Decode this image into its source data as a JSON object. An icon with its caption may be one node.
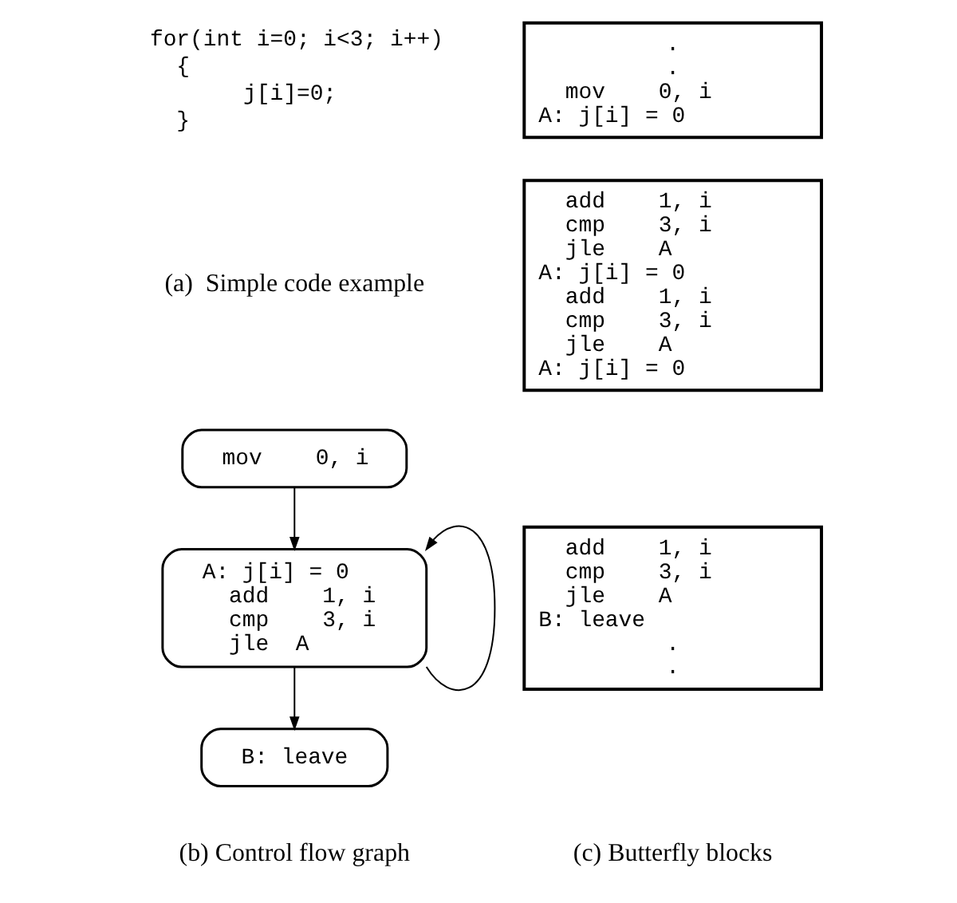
{
  "diagram": {
    "nodes": [
      {
        "text": [
          "mov    0, i"
        ]
      },
      {
        "text": [
          "A: j[i] = 0",
          "   add    1, i",
          "   cmp    3, i",
          "   jle  A"
        ]
      },
      {
        "text": [
          "B: leave"
        ]
      },
      {
        "text": [
          ".",
          ".",
          "   mov    0, i",
          "A: j[i] = 0"
        ]
      },
      {
        "text": [
          "   add    1, i",
          "   cmp    3, i",
          "   jle    A",
          "A: j[i] = 0",
          "   add    1, i",
          "   cmp    3, i",
          "   jle    A",
          "A: j[i] = 0"
        ]
      },
      {
        "text": [
          "   add    1, i",
          "   cmp    3, i",
          "   jle    A",
          "B: leave",
          ".",
          "."
        ]
      }
    ],
    "edges": [
      {
        "from": 0,
        "to": 1,
        "arrow": "to"
      },
      {
        "from": 1,
        "to": 2,
        "arrow": "to"
      },
      {
        "from": 1,
        "to": 1,
        "arrow": "to"
      }
    ],
    "labels": [
      "for(int i=0; i<3; i++)",
      "{",
      "j[i]=0;",
      "}",
      "(a)  Simple code example",
      "(b) Control flow graph",
      "(c) Butterfly blocks"
    ]
  }
}
